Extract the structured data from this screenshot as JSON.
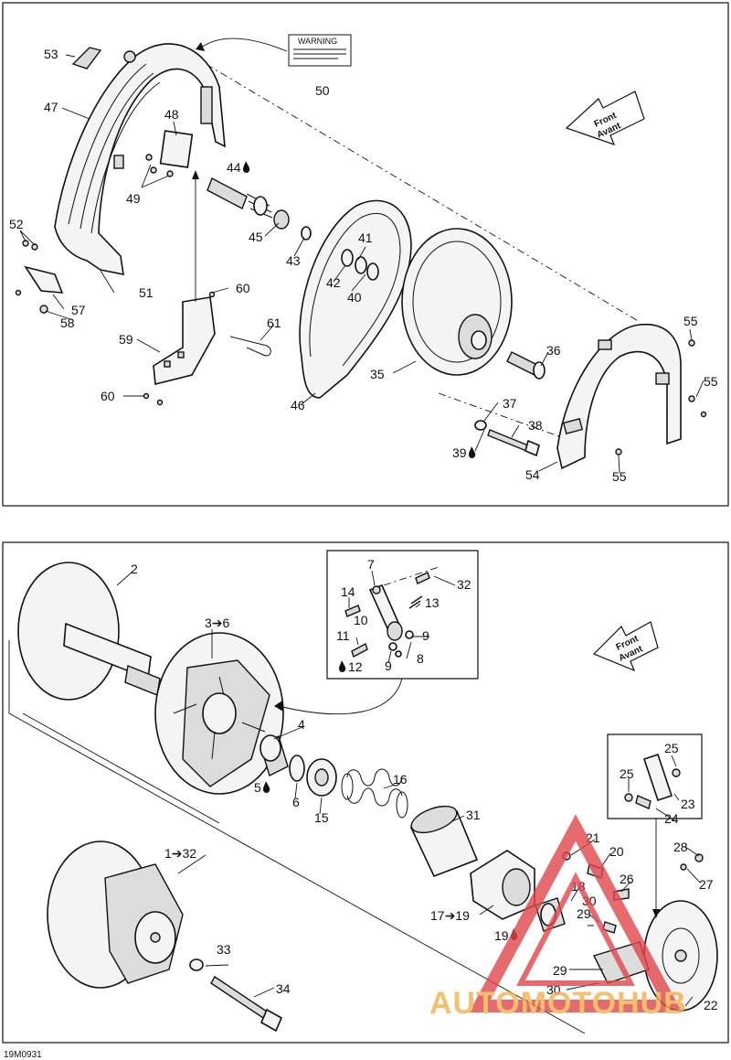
{
  "diagram_code": "19M0931",
  "watermark": {
    "text": "AUTOMOTOHUB"
  },
  "warning_label": {
    "line1": "WARNING"
  },
  "front_arrow": {
    "line1": "Front",
    "line2": "Avant"
  },
  "top_labels": {
    "l53": "53",
    "l50": "50",
    "l47": "47",
    "l48": "48",
    "l44": "44",
    "l49": "49",
    "l52": "52",
    "l45": "45",
    "l43": "43",
    "l41": "41",
    "l42": "42",
    "l40": "40",
    "l51": "51",
    "l60a": "60",
    "l57": "57",
    "l58": "58",
    "l61": "61",
    "l59": "59",
    "l60b": "60",
    "l35": "35",
    "l46": "46",
    "l36": "36",
    "l37": "37",
    "l38": "38",
    "l39": "39",
    "l54": "54",
    "l55a": "55",
    "l55b": "55",
    "l55c": "55"
  },
  "bottom_labels": {
    "l2": "2",
    "l3_6": "3➔6",
    "l7": "7",
    "l32a": "32",
    "l14": "14",
    "l13": "13",
    "l10": "10",
    "l11": "11",
    "l9a": "9",
    "l8": "8",
    "l9b": "9",
    "l12": "12",
    "l4": "4",
    "l5": "5",
    "l6": "6",
    "l15": "15",
    "l16": "16",
    "l31": "31",
    "l25a": "25",
    "l25b": "25",
    "l24": "24",
    "l23": "23",
    "l21": "21",
    "l20": "20",
    "l28": "28",
    "l26": "26",
    "l27": "27",
    "l1_32": "1➔32",
    "l17_19": "17➔19",
    "l18": "18",
    "l30a": "30",
    "l29a": "29",
    "l19": "19",
    "l33": "33",
    "l29b": "29",
    "l30b": "30",
    "l22": "22",
    "l34": "34"
  },
  "colors": {
    "watermark_red": "#e0474c",
    "watermark_orange": "#f2b04a"
  }
}
